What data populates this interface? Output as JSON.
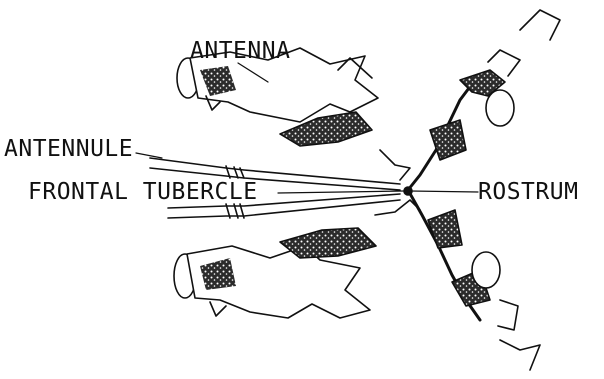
{
  "labels": {
    "antenna": "ANTENNA",
    "antennule": "ANTENNULE",
    "frontal_tubercle": "FRONTAL TUBERCLE",
    "rostrum": "ROSTRUM"
  },
  "colors": {
    "ink": "#111111",
    "background": "#ffffff"
  }
}
